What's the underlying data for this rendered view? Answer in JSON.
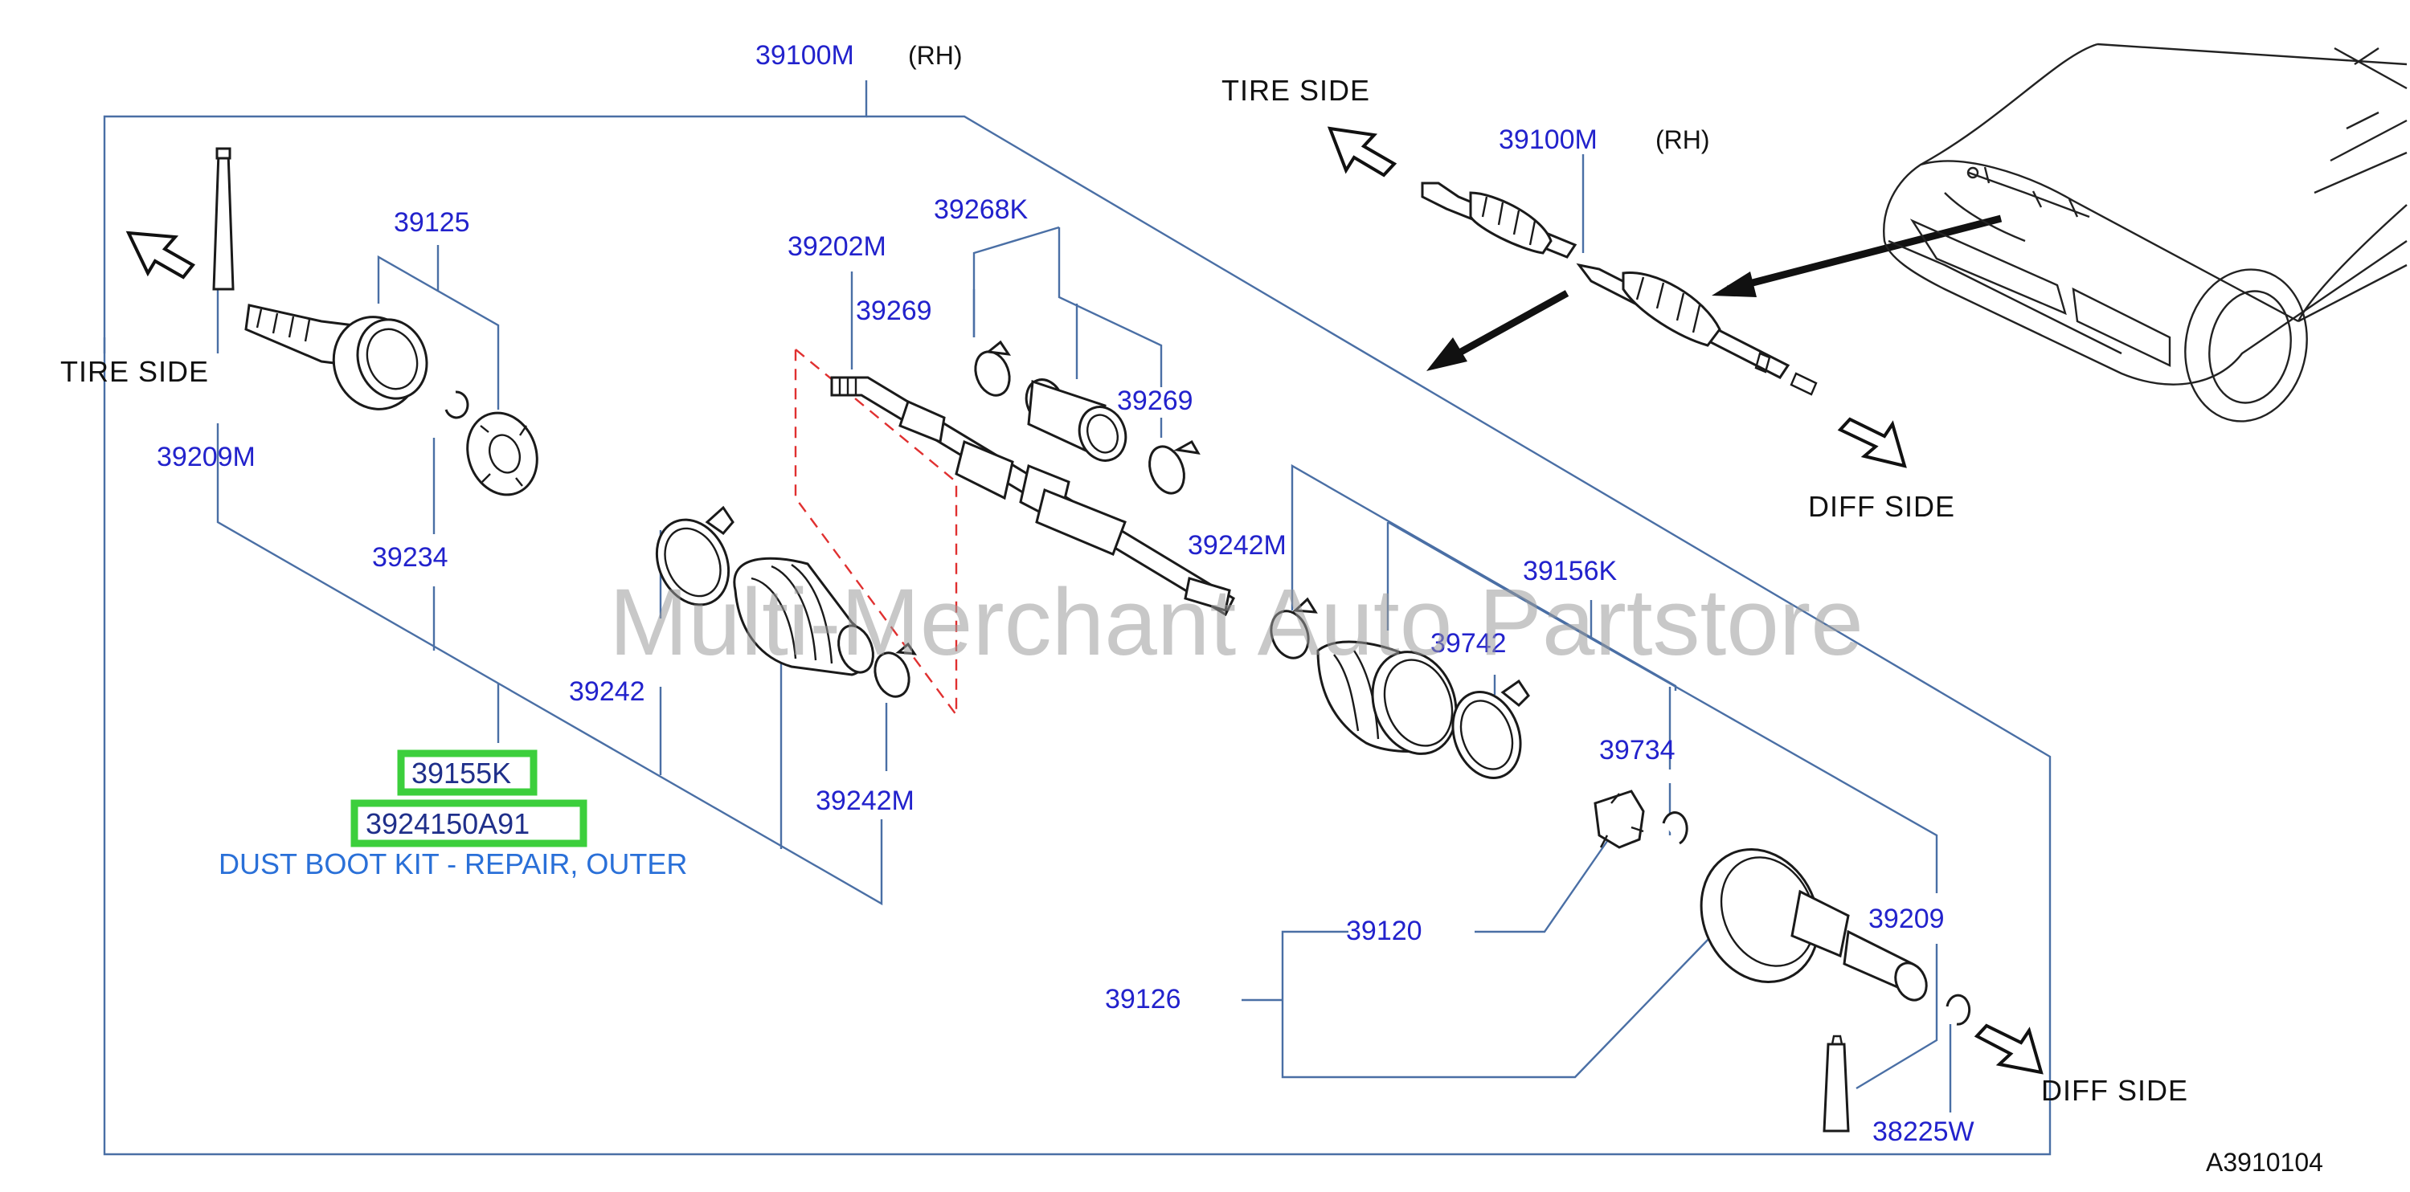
{
  "part_numbers": {
    "p39100M_top": "39100M",
    "rh_top": "(RH)",
    "p39125": "39125",
    "p39209M": "39209M",
    "p39234": "39234",
    "p39242_left": "39242",
    "p39155K": "39155K",
    "p3924150A91": "3924150A91",
    "p39242M_left": "39242M",
    "p39202M": "39202M",
    "p39269_upper": "39269",
    "p39268K": "39268K",
    "p39269_right": "39269",
    "p39242M_mid": "39242M",
    "p39156K": "39156K",
    "p39742": "39742",
    "p39734": "39734",
    "p39120": "39120",
    "p39126": "39126",
    "p39209": "39209",
    "p38225W": "38225W",
    "p39100M_inset": "39100M",
    "rh_inset": "(RH)"
  },
  "labels": {
    "tire_side_left": "TIRE   SIDE",
    "tire_side_inset": "TIRE   SIDE",
    "diff_side_inset": "DIFF   SIDE",
    "diff_side_right": "DIFF   SIDE"
  },
  "description": "DUST BOOT KIT - REPAIR, OUTER",
  "watermark": "Multi-Merchant Auto Partstore",
  "diagram_ref": "A3910104",
  "highlighted_parts": [
    "39155K",
    "3924150A91"
  ],
  "colors": {
    "part_number": "#2222cc",
    "leader_line": "#4a6fa5",
    "highlight": "#3ccf3c",
    "description": "#2a70d8",
    "dashed_box": "#e03030"
  }
}
